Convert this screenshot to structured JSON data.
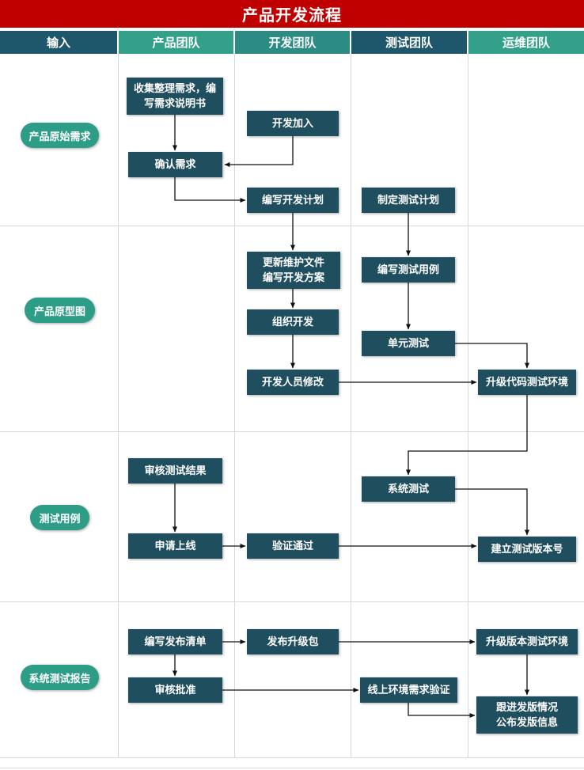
{
  "title": "产品开发流程",
  "lanes": [
    {
      "label": "输入"
    },
    {
      "label": "产品团队"
    },
    {
      "label": "开发团队"
    },
    {
      "label": "测试团队"
    },
    {
      "label": "运维团队"
    }
  ],
  "inputs": [
    {
      "label": "产品原始需求"
    },
    {
      "label": "产品原型图"
    },
    {
      "label": "测试用例"
    },
    {
      "label": "系统测试报告"
    }
  ],
  "nodes": {
    "collect": {
      "label": "收集整理需求，编\n写需求说明书"
    },
    "dev_join": {
      "label": "开发加入"
    },
    "confirm": {
      "label": "确认需求"
    },
    "dev_plan": {
      "label": "编写开发计划"
    },
    "test_plan": {
      "label": "制定测试计划"
    },
    "update_doc": {
      "label": "更新维护文件\n编写开发方案"
    },
    "test_case": {
      "label": "编写测试用例"
    },
    "organize": {
      "label": "组织开发"
    },
    "unit_test": {
      "label": "单元测试"
    },
    "dev_fix": {
      "label": "开发人员修改"
    },
    "upgrade_code_env": {
      "label": "升级代码测试环境"
    },
    "review_result": {
      "label": "审核测试结果"
    },
    "sys_test": {
      "label": "系统测试"
    },
    "apply_online": {
      "label": "申请上线"
    },
    "verify_pass": {
      "label": "验证通过"
    },
    "build_version": {
      "label": "建立测试版本号"
    },
    "release_list": {
      "label": "编写发布清单"
    },
    "release_pkg": {
      "label": "发布升级包"
    },
    "upgrade_ver_env": {
      "label": "升级版本测试环境"
    },
    "approve": {
      "label": "审核批准"
    },
    "online_verify": {
      "label": "线上环境需求验证"
    },
    "follow_up": {
      "label": "跟进发版情况\n公布发版信息"
    }
  },
  "edges": [
    "collect→confirm",
    "dev_join→confirm",
    "confirm→dev_plan",
    "dev_plan→update_doc",
    "test_plan→test_case",
    "update_doc→organize",
    "test_case→unit_test",
    "organize→dev_fix",
    "unit_test→upgrade_code_env",
    "dev_fix→upgrade_code_env",
    "upgrade_code_env→sys_test",
    "sys_test→build_version",
    "review_result→apply_online",
    "apply_online→verify_pass",
    "verify_pass→build_version",
    "release_list→release_pkg",
    "release_pkg→upgrade_ver_env",
    "release_list→approve",
    "approve→online_verify",
    "upgrade_ver_env→follow_up",
    "online_verify→follow_up"
  ],
  "colors": {
    "title_bg": "#c00000",
    "header_dark": "#1e566b",
    "header_green": "#33a189",
    "header_teal": "#2c8c84",
    "node_bg": "#1f4e5f",
    "input_pill_bg": "#2e9d87",
    "grid_line": "#d9d9d9",
    "arrow": "#111111"
  }
}
